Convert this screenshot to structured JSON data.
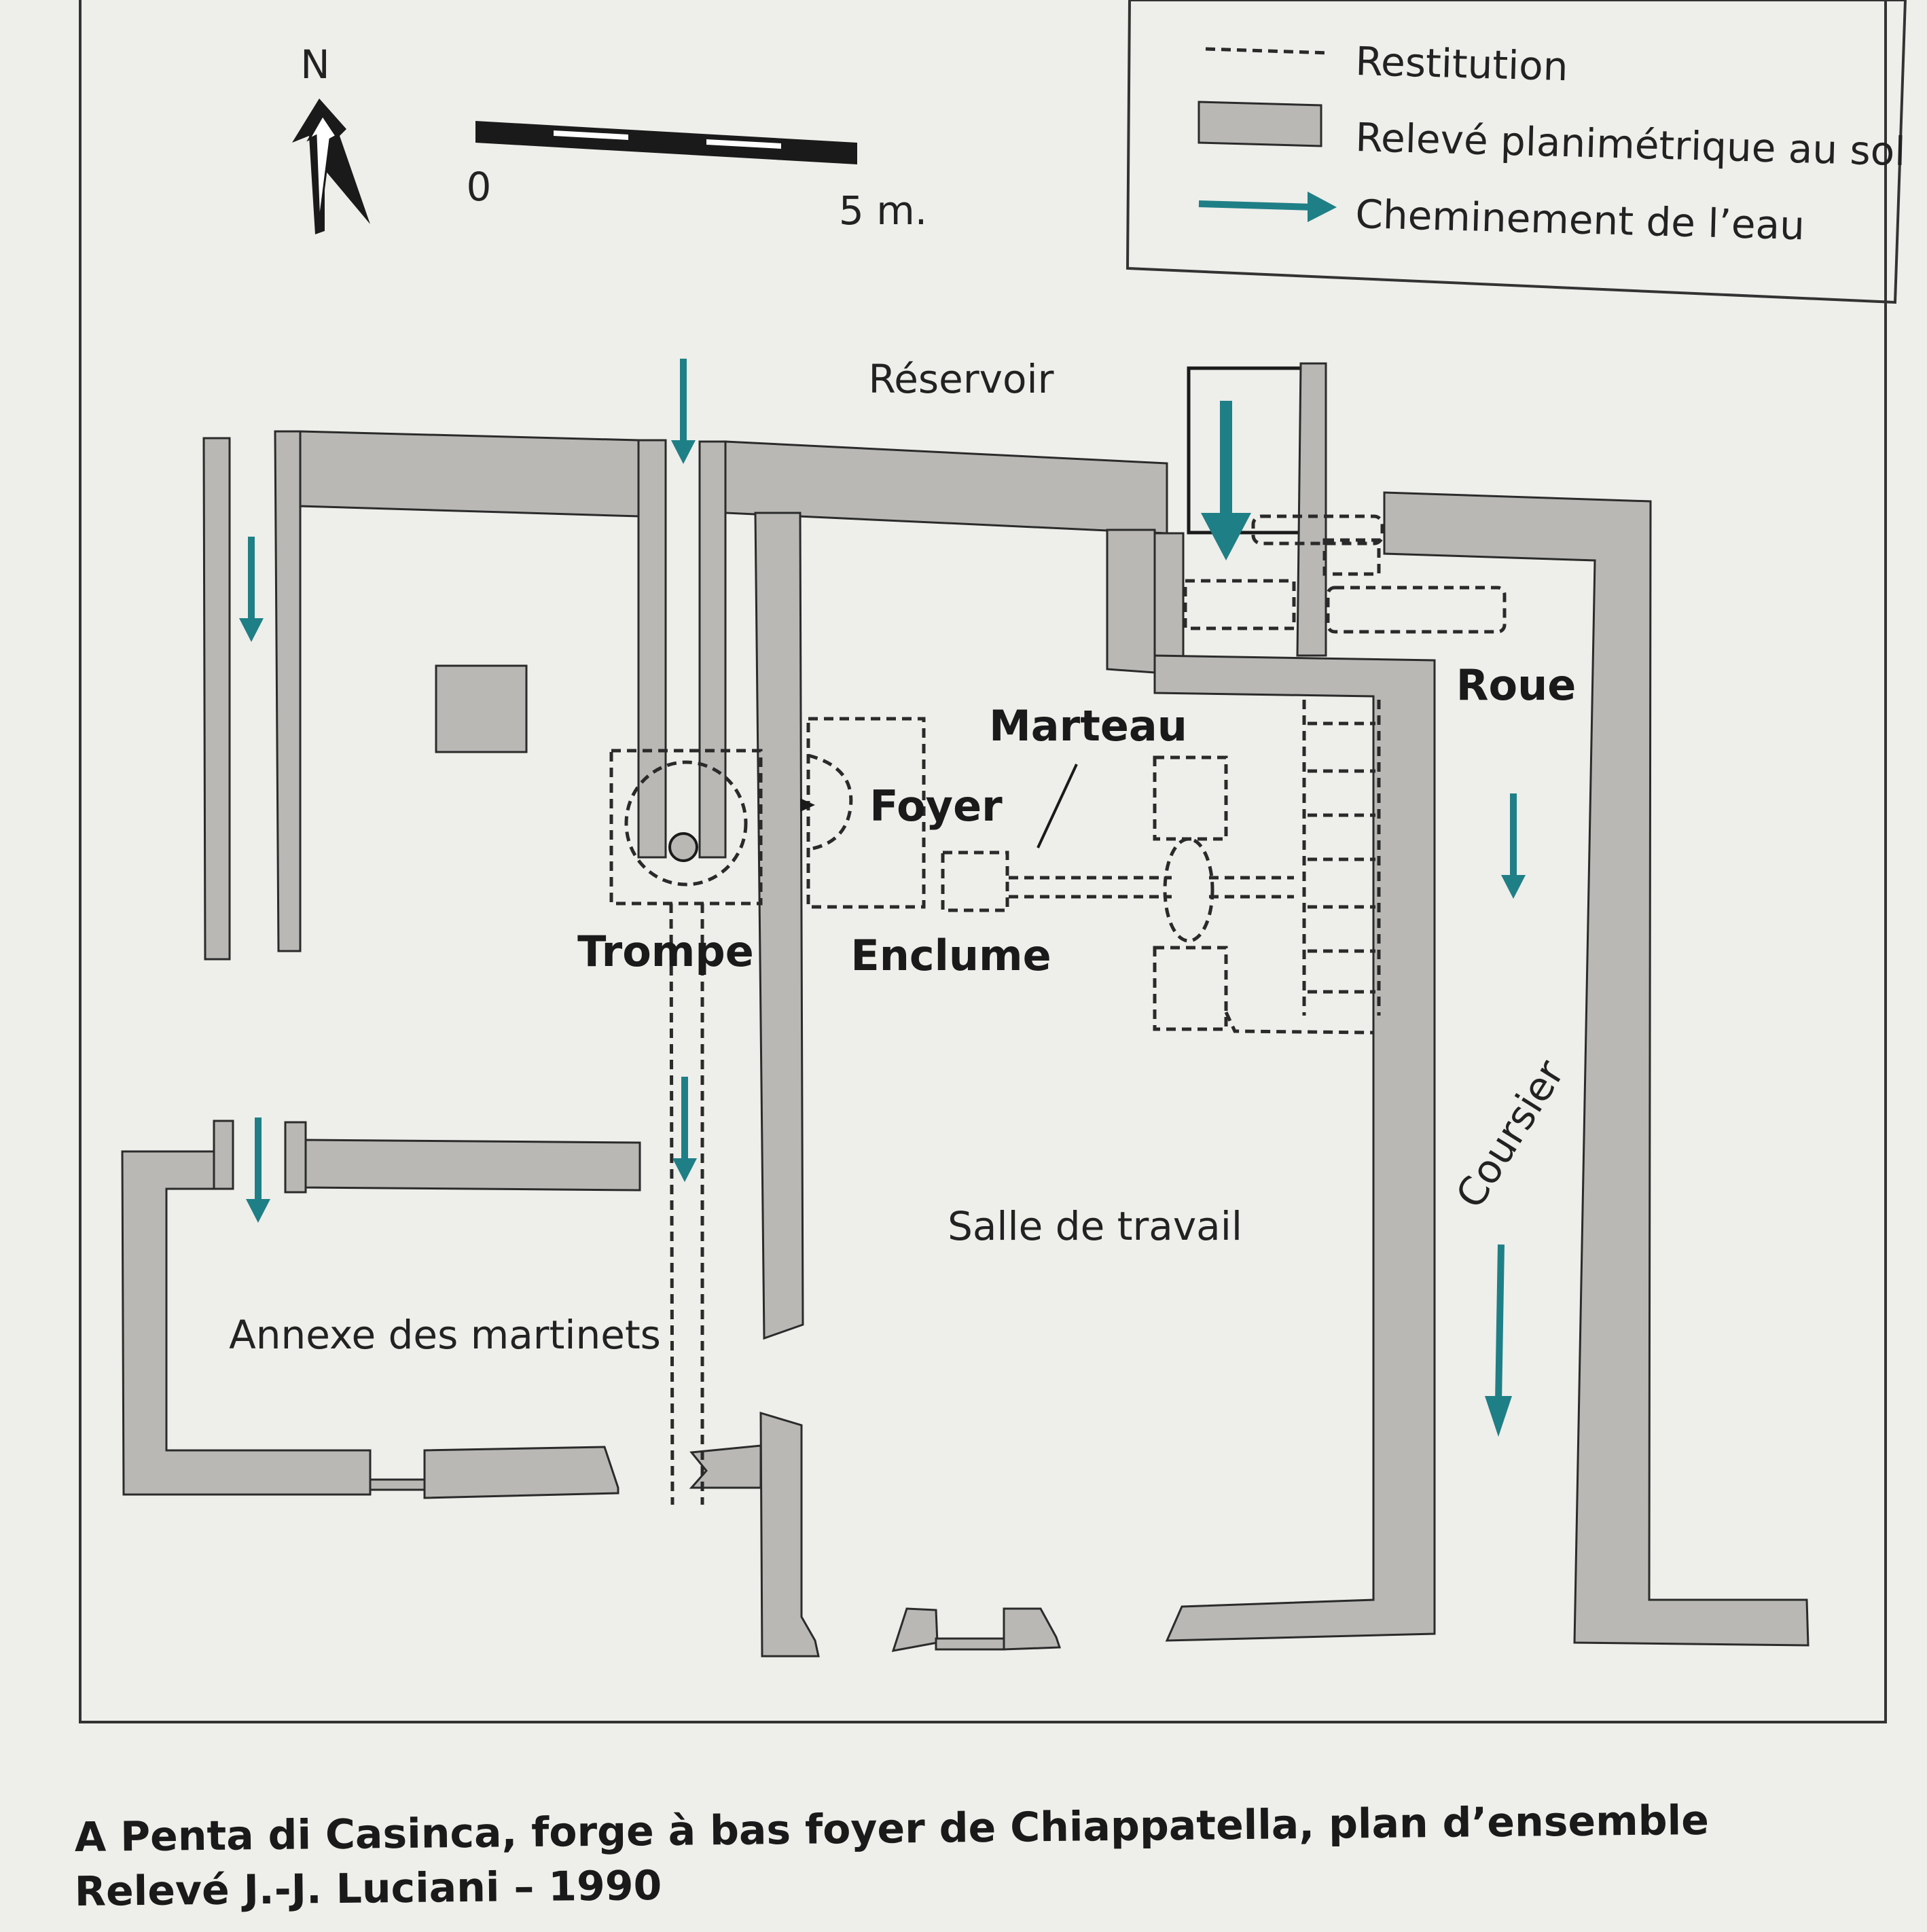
{
  "compass": {
    "north_label": "N"
  },
  "scale": {
    "start_label": "0",
    "end_label": "5 m."
  },
  "legend": {
    "restitution": "Restitution",
    "releve": "Relevé planimétrique au sol",
    "cheminement": "Cheminement de l’eau"
  },
  "labels": {
    "reservoir": "Réservoir",
    "roue": "Roue",
    "marteau": "Marteau",
    "foyer": "Foyer",
    "trompe": "Trompe",
    "enclume": "Enclume",
    "coursier": "Coursier",
    "salle": "Salle de travail",
    "annexe": "Annexe des martinets"
  },
  "caption": {
    "line1": "A Penta di Casinca, forge à bas foyer de Chiappatella, plan d’ensemble",
    "line2": "Relevé J.-J. Luciani – 1990"
  },
  "colors": {
    "background": "#eeeeea",
    "wall_fill": "#b9b8b5",
    "water_arrow": "#1f7f86",
    "ink": "#1a1a1a"
  }
}
